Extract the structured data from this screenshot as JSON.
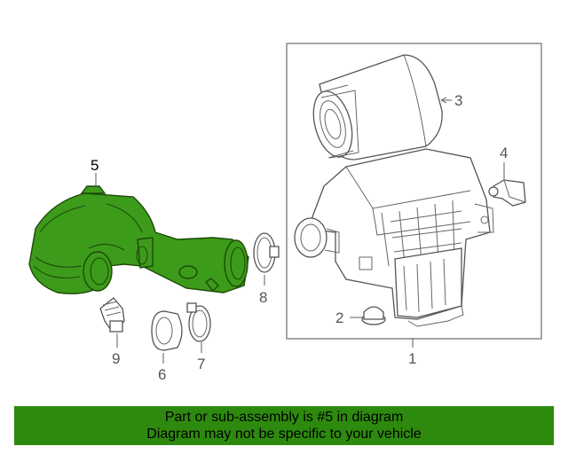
{
  "diagram": {
    "highlight_color": "#3d9b1b",
    "callouts": {
      "c1": "1",
      "c2": "2",
      "c3": "3",
      "c4": "4",
      "c5": "5",
      "c6": "6",
      "c7": "7",
      "c8": "8",
      "c9": "9"
    },
    "highlighted_part": "5"
  },
  "banner": {
    "line1": "Part or sub-assembly is #5 in diagram",
    "line2": "Diagram may not be specific to your vehicle",
    "background": "#2e8a0e"
  }
}
